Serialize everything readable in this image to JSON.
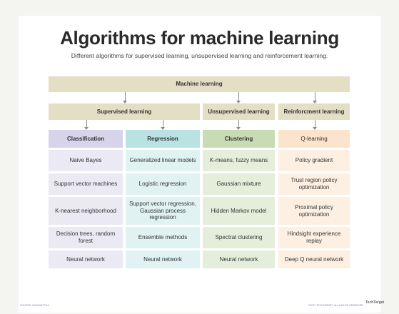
{
  "title": "Algorithms for machine learning",
  "subtitle": "Different algorithms for supervised learning, unsupervised learning and reinforcement learning.",
  "root": "Machine learning",
  "categories": [
    {
      "label": "Supervised learning"
    },
    {
      "label": "Unsupervised learning"
    },
    {
      "label": "Reinforcment learning"
    }
  ],
  "columns": [
    {
      "header": "Classification",
      "header_color": "#d6d3ea",
      "cell_color": "#ebeaf4",
      "items": [
        "Naive Bayes",
        "Support vector machines",
        "K-nearest neighborhood",
        "Decision trees, random forest",
        "Neural network"
      ]
    },
    {
      "header": "Regression",
      "header_color": "#b9e2e2",
      "cell_color": "#e1f2f2",
      "items": [
        "Generalized linear models",
        "Logistic regression",
        "Support vector regression, Gaussian process regression",
        "Ensemble methods",
        "Neural network"
      ]
    },
    {
      "header": "Clustering",
      "header_color": "#c7dcb3",
      "cell_color": "#e5eedb",
      "items": [
        "K-means, fuzzy means",
        "Gaussian mixture",
        "Hidden Markov model",
        "Spectral clustering",
        "Neural network"
      ]
    },
    {
      "header": "Q-learning",
      "header_color": "#fbe3cc",
      "cell_color": "#fdf0e3",
      "items": [
        "Policy gradient",
        "Trust region policy optimization",
        "Proximal policy optimization",
        "Hindsight experience replay",
        "Deep Q neural network"
      ]
    }
  ],
  "colors": {
    "tan_bar": "#e3dec4",
    "arrow": "#8a8a8a"
  },
  "footer": {
    "left": "SOURCE: GOOHM/TTGA",
    "right": "©2021 TECHTARGET. ALL RIGHTS RESERVED",
    "logo": "TechTarget"
  }
}
